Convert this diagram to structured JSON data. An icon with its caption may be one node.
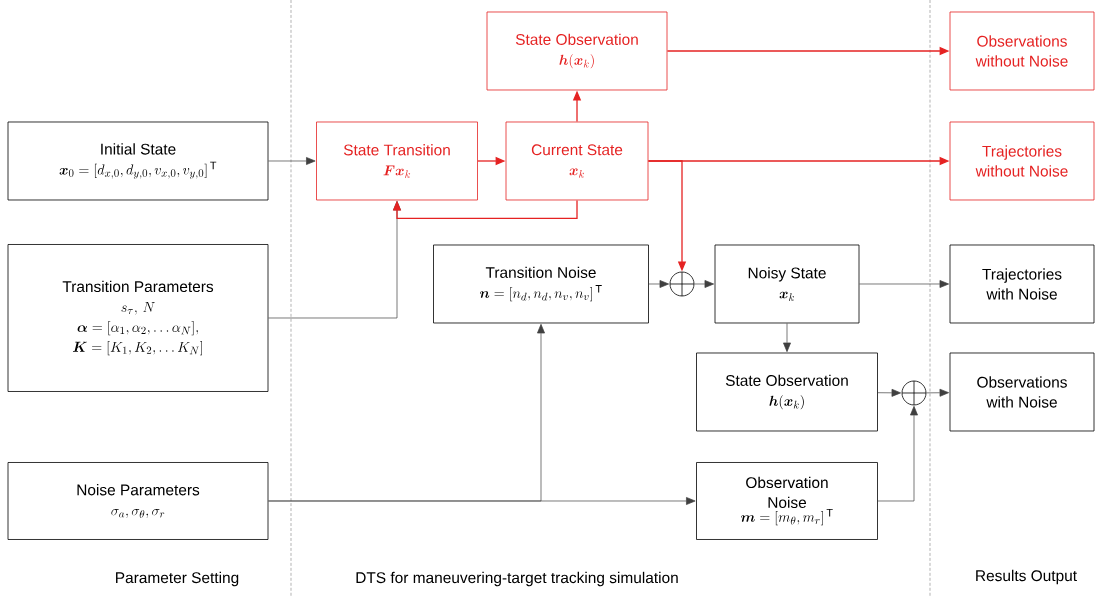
{
  "diagram": {
    "nodes": [
      {
        "text": [
          "Initial State",
          "\\boldsymbol{x}_0 = [d_{x,0}, d_{y,0}, v_{x,0}, v_{y,0}]^{\\,\\mathrm{T}}"
        ]
      },
      {
        "text": [
          "Transition Parameters",
          "s_{\\tau},\\, N",
          "\\boldsymbol{\\alpha} = [\\alpha_1, \\alpha_2, \\ldots \\alpha_N],",
          "\\boldsymbol{K} = [K_1, K_2, \\ldots K_N]"
        ]
      },
      {
        "text": [
          "Noise Parameters",
          "\\sigma_a, \\sigma_\\theta, \\sigma_r"
        ]
      },
      {
        "text": [
          "State Transition",
          "\\boldsymbol{F}\\boldsymbol{x}_k"
        ]
      },
      {
        "text": [
          "Current State",
          "\\boldsymbol{x}_k"
        ]
      },
      {
        "text": [
          "State Observation",
          "\\boldsymbol{h}(\\boldsymbol{x}_k)"
        ]
      },
      {
        "text": [
          "Transition Noise",
          "\\boldsymbol{n} = [n_d, n_d, n_v, n_v]^{\\,\\mathrm{T}}"
        ]
      },
      {
        "text": [],
        "shape": "circle"
      },
      {
        "text": [
          "Noisy State",
          "\\boldsymbol{x}_k"
        ]
      },
      {
        "text": [
          "State Observation",
          "\\boldsymbol{h}(\\boldsymbol{x}_k)"
        ]
      },
      {
        "text": [],
        "shape": "circle"
      },
      {
        "text": [
          "Observation Noise",
          "\\boldsymbol{m} = [m_\\theta, m_r]^{\\,\\mathrm{T}}"
        ]
      },
      {
        "text": [
          "Observations without Noise"
        ]
      },
      {
        "text": [
          "Trajectories without Noise"
        ]
      },
      {
        "text": [
          "Trajectories with Noise"
        ]
      },
      {
        "text": [
          "Observations with Noise"
        ]
      }
    ],
    "edges": [
      {
        "from": 0,
        "to": 3,
        "arrow": "to"
      },
      {
        "from": 1,
        "to": 3,
        "arrow": "to"
      },
      {
        "from": 3,
        "to": 4,
        "arrow": "to",
        "color": "#e52222"
      },
      {
        "from": 4,
        "to": 3,
        "arrow": "to",
        "color": "#e52222"
      },
      {
        "from": 4,
        "to": 5,
        "arrow": "to",
        "color": "#e52222"
      },
      {
        "from": 5,
        "to": 12,
        "arrow": "to",
        "color": "#e52222"
      },
      {
        "from": 4,
        "to": 13,
        "arrow": "to",
        "color": "#e52222"
      },
      {
        "from": 4,
        "to": 7,
        "arrow": "to",
        "color": "#e52222"
      },
      {
        "from": 6,
        "to": 7,
        "arrow": "to"
      },
      {
        "from": 7,
        "to": 8,
        "arrow": "to"
      },
      {
        "from": 8,
        "to": 14,
        "arrow": "to"
      },
      {
        "from": 8,
        "to": 9,
        "arrow": "to"
      },
      {
        "from": 9,
        "to": 10,
        "arrow": "to"
      },
      {
        "from": 2,
        "to": 6,
        "arrow": "to"
      },
      {
        "from": 2,
        "to": 11,
        "arrow": "to"
      },
      {
        "from": 11,
        "to": 10,
        "arrow": "to"
      },
      {
        "from": 10,
        "to": 15,
        "arrow": "to"
      }
    ],
    "labels": [
      "Parameter Setting",
      "DTS for maneuvering-target tracking simulation",
      "Results Output"
    ]
  }
}
